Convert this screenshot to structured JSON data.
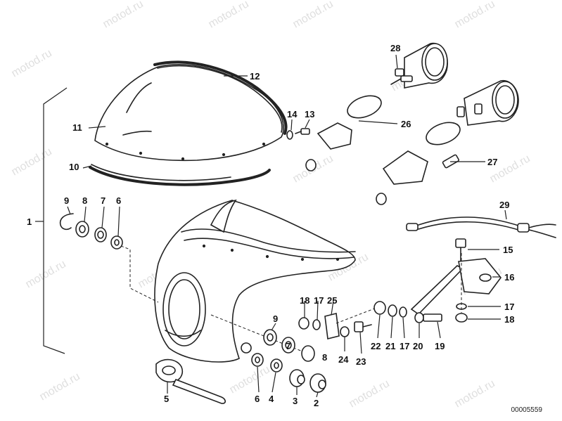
{
  "watermark": "motod.ru",
  "diagram_id": "00005559",
  "callouts": [
    "1",
    "2",
    "3",
    "4",
    "5",
    "6",
    "7",
    "8",
    "9",
    "10",
    "11",
    "12",
    "13",
    "14",
    "15",
    "16",
    "17",
    "18",
    "19",
    "20",
    "21",
    "22",
    "23",
    "24",
    "25",
    "26",
    "27",
    "28",
    "29"
  ]
}
